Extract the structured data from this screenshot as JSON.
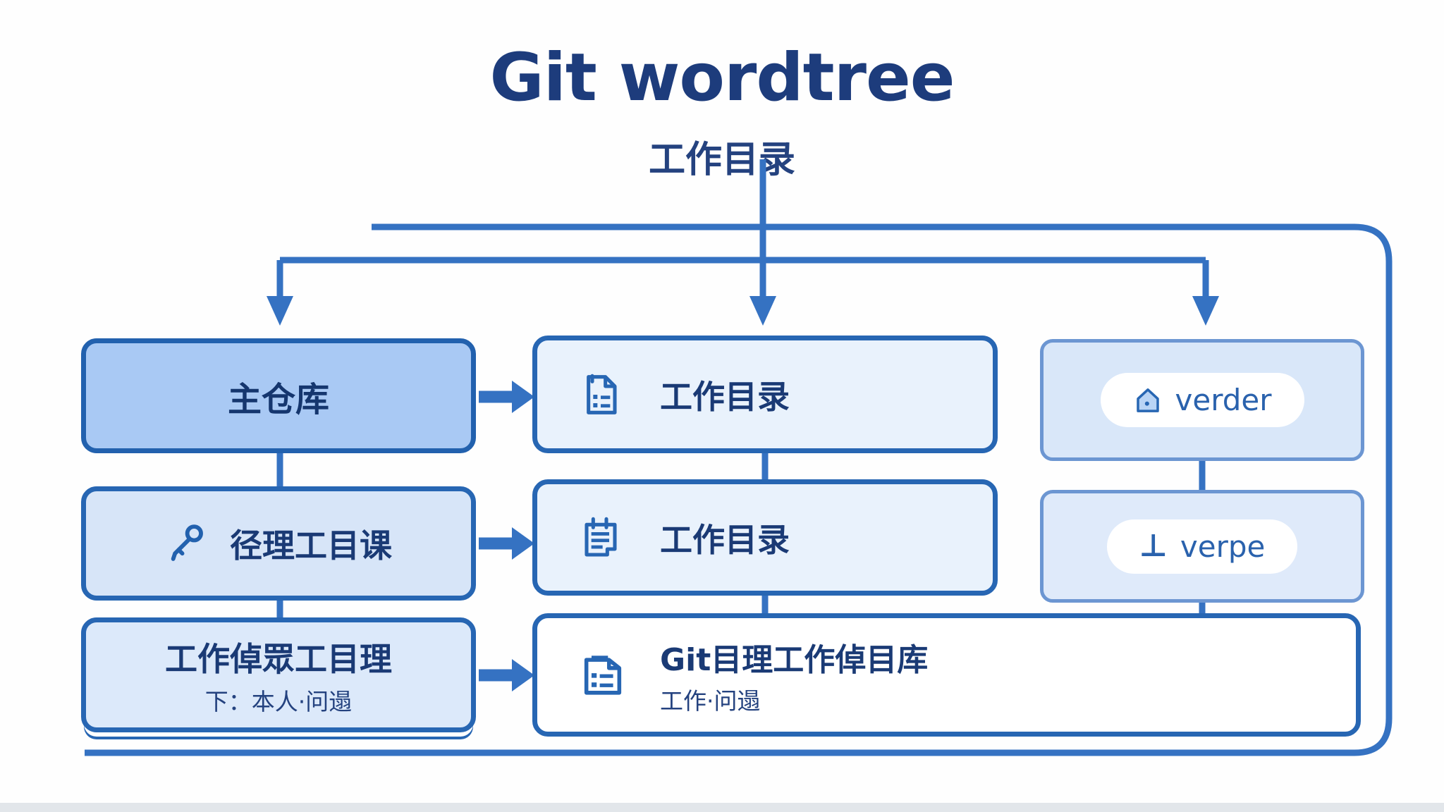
{
  "title": "Git wordtree",
  "subtitle": "工作目录",
  "left_column": {
    "box1": {
      "label": "主仓库"
    },
    "box2": {
      "icon": "key-icon",
      "label": "径理工目课"
    },
    "box3": {
      "label": "工作倬眾工目理",
      "sublabel": "下：本人·问遢"
    }
  },
  "middle_column": {
    "box1": {
      "icon": "document-icon",
      "label": "工作目录"
    },
    "box2": {
      "icon": "clipboard-icon",
      "label": "工作目录"
    },
    "box3": {
      "icon": "git-repo-icon",
      "label": "Git目理工作倬目库",
      "sublabel": "工作·问遢"
    }
  },
  "right_column": {
    "box1": {
      "icon": "home-icon",
      "label": "verder"
    },
    "box2": {
      "icon": "perpendicular-icon",
      "symbol": "⊥",
      "label": "verpe"
    }
  },
  "colors": {
    "title_text": "#1d3c7c",
    "box_text": "#1a3a75",
    "connector": "#3572c2",
    "border_strong": "#2766b3",
    "border_soft": "#6c96d2",
    "fill_main_repo": "#a9c9f4",
    "fill_medium": "#d7e5f8",
    "fill_light": "#e9f2fc",
    "fill_right": "#d9e7f9",
    "pill_background": "#ffffff"
  }
}
